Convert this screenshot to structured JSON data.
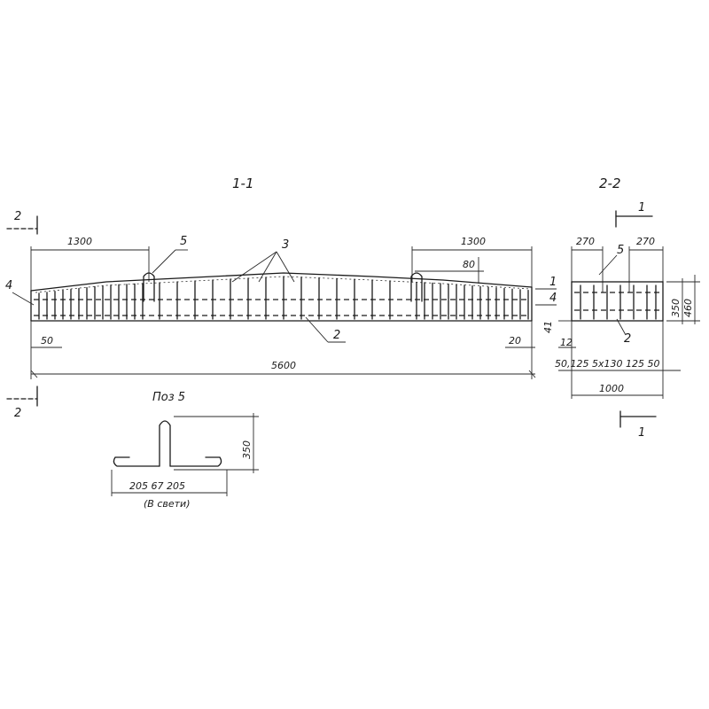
{
  "section_1_1": {
    "title": "1-1",
    "dim_left": "1300",
    "dim_right": "1300",
    "dim_total": "5600",
    "dim_end_left": "50",
    "dim_end_right": "20",
    "dim_height": "80",
    "callout_2": "2",
    "callout_3": "3",
    "callout_4_left": "4",
    "callout_4_right": "4",
    "callout_5": "5",
    "callout_1": "1",
    "cut_2_top": "2",
    "cut_2_bottom": "2"
  },
  "section_2_2": {
    "title": "2-2",
    "dim_top_left": "270",
    "dim_top_right": "270",
    "callout_5": "5",
    "callout_2": "2",
    "dim_h1": "350",
    "dim_h2": "460",
    "dim_41": "41",
    "dim_12": "12",
    "dim_bottom_spacing": "50,125  5x130 125  50",
    "dim_width": "1000",
    "cut_1_top": "1",
    "cut_1_bottom": "1"
  },
  "pos5": {
    "title": "Поз 5",
    "dim_height": "350",
    "dim_bottom": "205  67  205",
    "note": "(В свети)"
  }
}
